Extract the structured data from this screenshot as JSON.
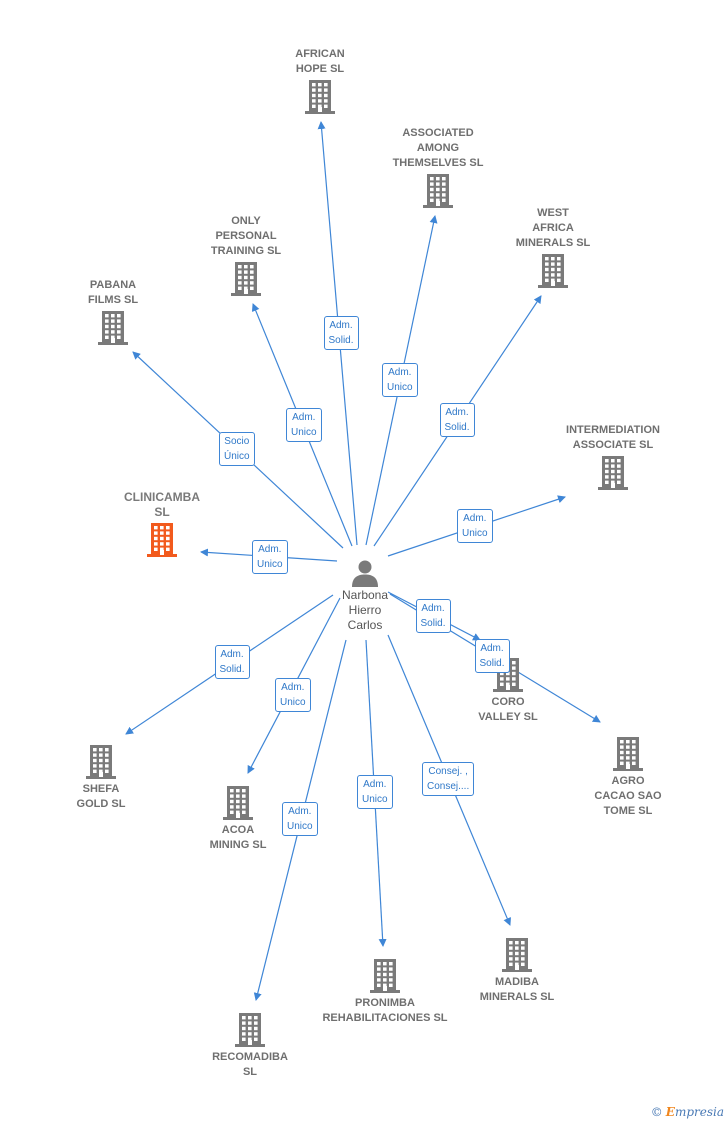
{
  "colors": {
    "edge": "#3f86d6",
    "node": "#7a7a7a",
    "highlight": "#f25a1d"
  },
  "center": {
    "name": "Narbona\nHierro\nCarlos",
    "icon": "person-icon"
  },
  "companies": [
    {
      "id": "african-hope",
      "name": "AFRICAN\nHOPE  SL"
    },
    {
      "id": "associated-among",
      "name": "ASSOCIATED\nAMONG\nTHEMSELVES SL"
    },
    {
      "id": "west-africa",
      "name": "WEST\nAFRICA\nMINERALS  SL"
    },
    {
      "id": "only-personal",
      "name": "ONLY\nPERSONAL\nTRAINING  SL"
    },
    {
      "id": "pabana",
      "name": "PABANA\nFILMS  SL"
    },
    {
      "id": "intermediation",
      "name": "INTERMEDIATION\nASSOCIATE SL"
    },
    {
      "id": "clinicamba",
      "name": "CLINICAMBA\nSL",
      "highlight": true
    },
    {
      "id": "coro-valley",
      "name": "CORO\nVALLEY  SL"
    },
    {
      "id": "agro-cacao",
      "name": "AGRO\nCACAO SAO\nTOME  SL"
    },
    {
      "id": "shefa-gold",
      "name": "SHEFA\nGOLD  SL"
    },
    {
      "id": "acoa-mining",
      "name": "ACOA\nMINING  SL"
    },
    {
      "id": "madiba-minerals",
      "name": "MADIBA\nMINERALS  SL"
    },
    {
      "id": "pronimba",
      "name": "PRONIMBA\nREHABILITACIONES SL"
    },
    {
      "id": "recomadiba",
      "name": "RECOMADIBA\nSL"
    }
  ],
  "relations": [
    {
      "target": "african-hope",
      "label": "Adm.\nSolid."
    },
    {
      "target": "associated-among",
      "label": "Adm.\nUnico"
    },
    {
      "target": "west-africa",
      "label": "Adm.\nSolid."
    },
    {
      "target": "only-personal",
      "label": "Adm.\nUnico"
    },
    {
      "target": "pabana",
      "label": "Socio\nÚnico"
    },
    {
      "target": "intermediation",
      "label": "Adm.\nUnico"
    },
    {
      "target": "clinicamba",
      "label": "Adm.\nUnico"
    },
    {
      "target": "coro-valley",
      "label": "Adm.\nSolid."
    },
    {
      "target": "agro-cacao",
      "label": "Adm.\nSolid."
    },
    {
      "target": "shefa-gold",
      "label": "Adm.\nSolid."
    },
    {
      "target": "acoa-mining",
      "label": "Adm.\nUnico"
    },
    {
      "target": "recomadiba",
      "label": "Adm.\nUnico"
    },
    {
      "target": "pronimba",
      "label": "Adm.\nUnico"
    },
    {
      "target": "madiba-minerals",
      "label": "Consej. ,\nConsej...."
    }
  ],
  "watermark": {
    "copyright": "©",
    "brand_initial": "E",
    "brand_rest": "mpresia"
  }
}
